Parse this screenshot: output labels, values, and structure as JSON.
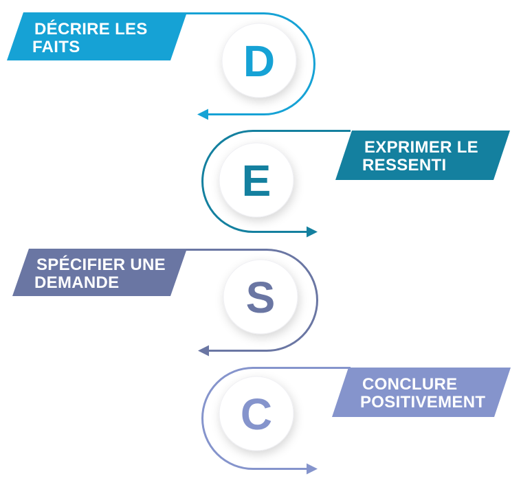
{
  "colors": {
    "background": "#ffffff",
    "circle_fill": "#ffffff",
    "banner_text": "#ffffff"
  },
  "steps": [
    {
      "letter": "D",
      "label_line1": "DÉCRIRE LES",
      "label_line2": "FAITS",
      "color": "#16A2D5",
      "banner_side": "left",
      "arrow_direction": "left"
    },
    {
      "letter": "E",
      "label_line1": "EXPRIMER LE",
      "label_line2": "RESSENTI",
      "color": "#14809F",
      "banner_side": "right",
      "arrow_direction": "right"
    },
    {
      "letter": "S",
      "label_line1": "SPÉCIFIER UNE",
      "label_line2": "DEMANDE",
      "color": "#6A76A3",
      "banner_side": "left",
      "arrow_direction": "left"
    },
    {
      "letter": "C",
      "label_line1": "CONCLURE",
      "label_line2": "POSITIVEMENT",
      "color": "#8594CC",
      "banner_side": "right",
      "arrow_direction": "right"
    }
  ]
}
